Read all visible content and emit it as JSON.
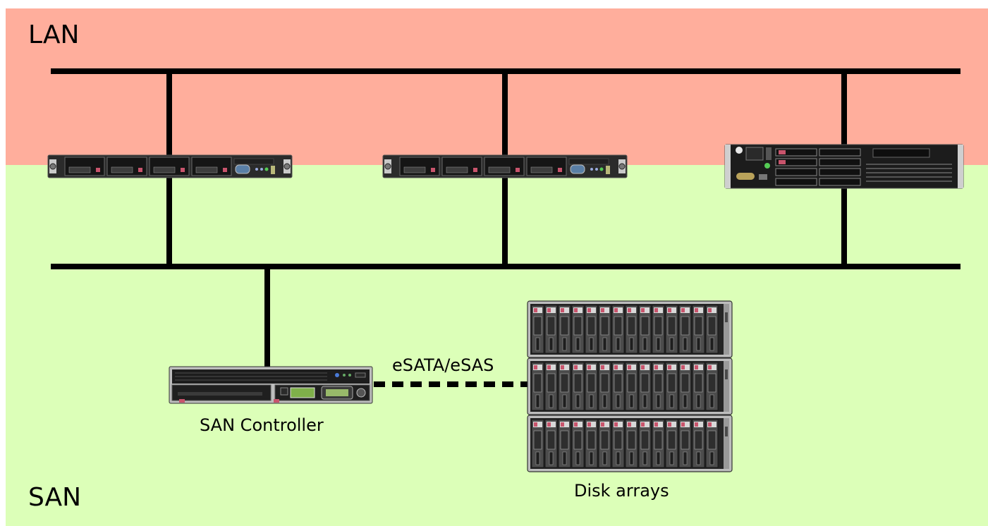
{
  "zones": {
    "lan": {
      "label": "LAN",
      "color": "#ffae9c"
    },
    "san": {
      "label": "SAN",
      "color": "#dcffb8"
    }
  },
  "nodes": {
    "server_1": {
      "type": "1U rack server"
    },
    "server_2": {
      "type": "1U rack server"
    },
    "server_3": {
      "type": "2U rack server"
    },
    "san_controller": {
      "label": "SAN Controller"
    },
    "disk_arrays": {
      "label": "Disk arrays",
      "enclosure_count": 3,
      "drives_per_enclosure": 14
    }
  },
  "links": {
    "controller_to_arrays": {
      "label": "eSATA/eSAS",
      "style": "dashed"
    }
  },
  "colors": {
    "wire": "#000000",
    "chassis": "#1e1e1e",
    "chassis_light": "#bdbdbd",
    "drive_accent": "#c8546c",
    "lcd": "#7fb04a"
  }
}
